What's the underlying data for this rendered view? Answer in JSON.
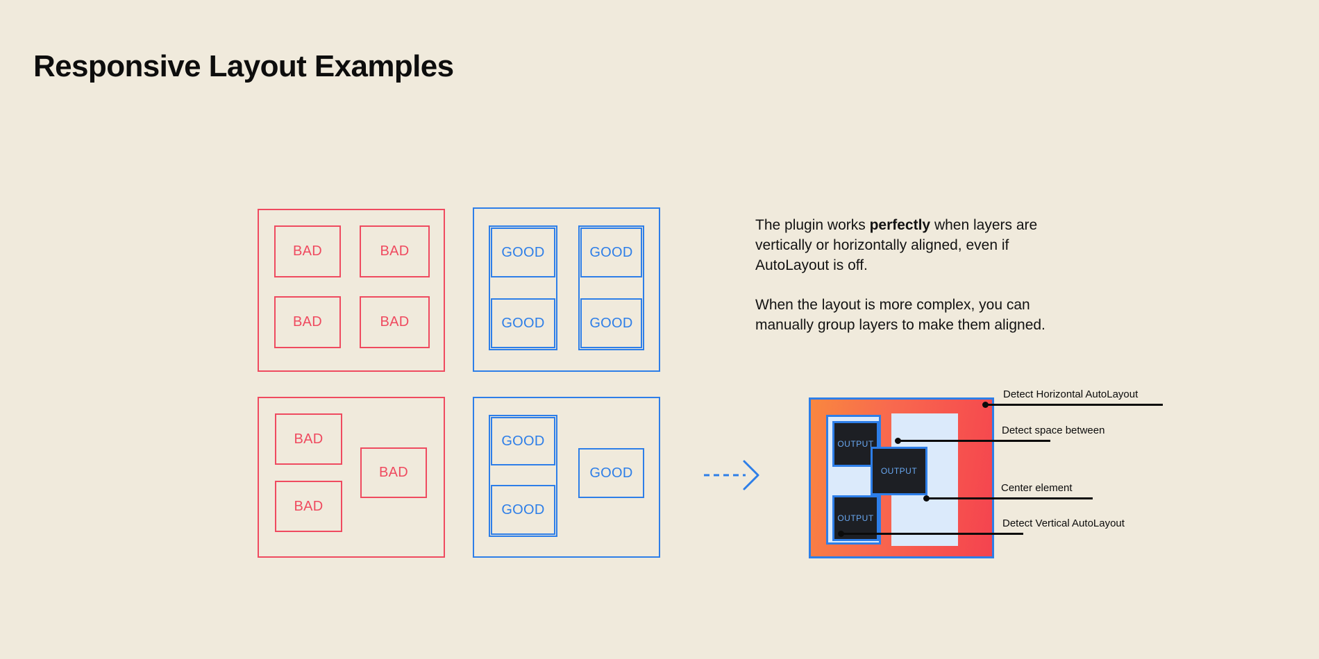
{
  "page": {
    "title": "Responsive Layout Examples",
    "background_color": "#f0eadc",
    "text_color": "#111111"
  },
  "colors": {
    "bad": "#ef4a5f",
    "good": "#2d7ee8",
    "accent_orange": "#f9873f",
    "accent_red": "#f4434f",
    "panel_light_blue": "#dbeafb",
    "output_bg": "#1d1f24",
    "output_text": "#69a8f2",
    "annotation": "#0b0b0b"
  },
  "panels": {
    "bad_grid": {
      "name": "bad-grid-panel",
      "variant": "bad",
      "boxes": [
        {
          "label": "BAD"
        },
        {
          "label": "BAD"
        },
        {
          "label": "BAD"
        },
        {
          "label": "BAD"
        }
      ]
    },
    "good_grid": {
      "name": "good-grid-panel",
      "variant": "good",
      "boxes": [
        {
          "label": "GOOD"
        },
        {
          "label": "GOOD"
        },
        {
          "label": "GOOD"
        },
        {
          "label": "GOOD"
        }
      ]
    },
    "bad_free": {
      "name": "bad-freeform-panel",
      "variant": "bad",
      "boxes": [
        {
          "label": "BAD"
        },
        {
          "label": "BAD"
        },
        {
          "label": "BAD"
        }
      ]
    },
    "good_free": {
      "name": "good-freeform-panel",
      "variant": "good",
      "boxes": [
        {
          "label": "GOOD"
        },
        {
          "label": "GOOD"
        },
        {
          "label": "GOOD"
        }
      ]
    }
  },
  "arrow": {
    "icon": "dashed-arrow-right-icon",
    "color": "#2d7ee8",
    "style": "dashed"
  },
  "copy": {
    "paragraph_1": {
      "before_bold": "The plugin works ",
      "bold": "perfectly",
      "after_bold": " when layers are vertically or horizontally aligned, even if AutoLayout is off."
    },
    "paragraph_2": "When the layout is more complex, you can manually group layers to make them aligned."
  },
  "diagram": {
    "name": "autolayout-detection-diagram",
    "outputs": [
      {
        "label": "OUTPUT"
      },
      {
        "label": "OUTPUT"
      },
      {
        "label": "OUTPUT"
      }
    ],
    "annotations": [
      {
        "label": "Detect Horizontal AutoLayout"
      },
      {
        "label": "Detect space between"
      },
      {
        "label": "Center element"
      },
      {
        "label": "Detect Vertical AutoLayout"
      }
    ]
  }
}
